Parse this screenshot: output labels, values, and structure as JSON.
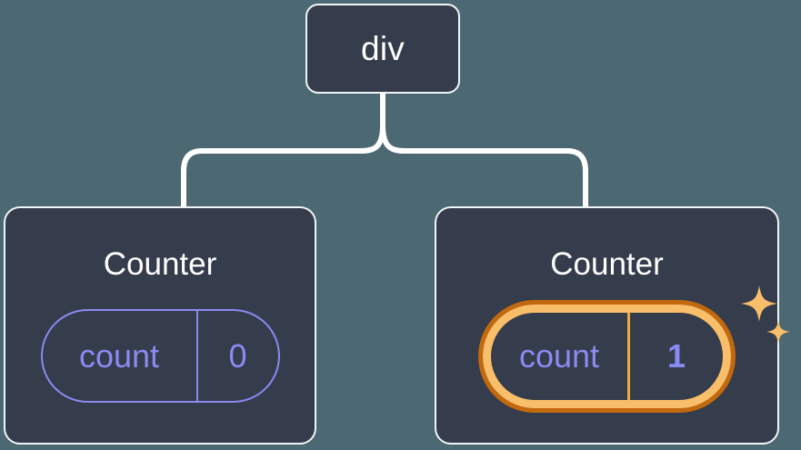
{
  "diagram": {
    "type": "component-tree",
    "background_color": "#4c6872",
    "node_fill_color": "#353c4b",
    "node_border_color": "#f2f5f7",
    "connector_color": "#ffffff",
    "accent_purple": "#8a8af2",
    "accent_orange_dark": "#c2690e",
    "accent_orange_light": "#f9be6a",
    "title_color": "#ffffff"
  },
  "root": {
    "label": "div"
  },
  "children": [
    {
      "title": "Counter",
      "state": {
        "key": "count",
        "value": "0"
      },
      "highlighted": false,
      "sparkles": false
    },
    {
      "title": "Counter",
      "state": {
        "key": "count",
        "value": "1"
      },
      "highlighted": true,
      "sparkles": true
    }
  ]
}
